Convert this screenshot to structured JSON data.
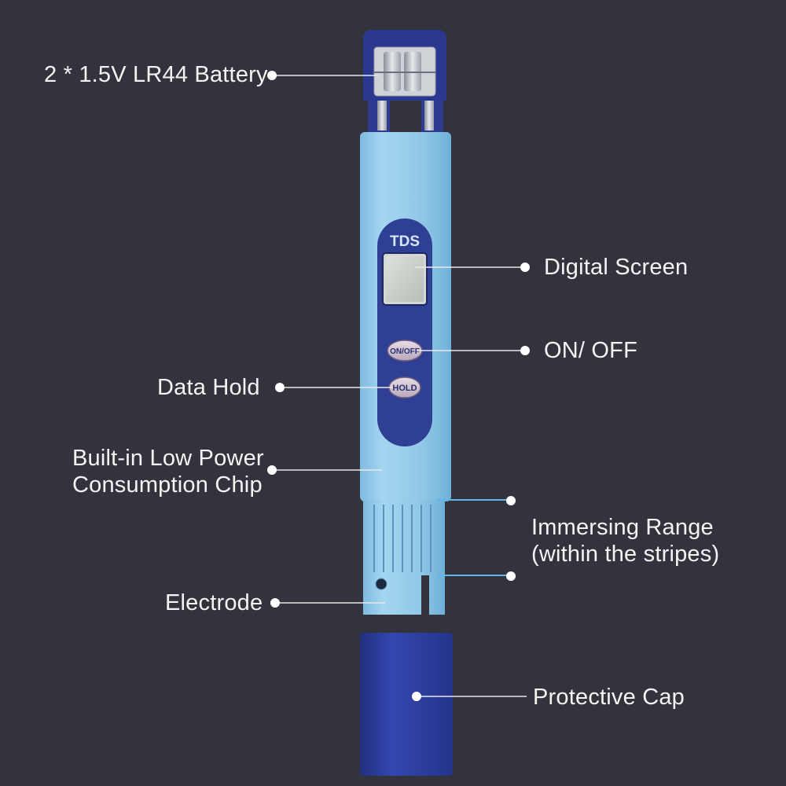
{
  "device": {
    "brand_text": "TDS",
    "button_power": "ON/OFF",
    "button_hold": "HOLD"
  },
  "labels": {
    "battery": "2 * 1.5V LR44 Battery",
    "digital_screen": "Digital Screen",
    "on_off": "ON/ OFF",
    "data_hold": "Data Hold",
    "chip_line1": "Built-in Low Power",
    "chip_line2": "Consumption Chip",
    "immersing_line1": "Immersing Range",
    "immersing_line2": "(within the stripes)",
    "electrode": "Electrode",
    "protective_cap": "Protective Cap"
  },
  "colors": {
    "background": "#33333d",
    "body_blue": "#8fc7e6",
    "panel_navy": "#2e3f94",
    "cap_navy": "#2b3a9a",
    "label_text": "#f4f4f4",
    "leader_line": "#e8e8e8",
    "stripe_accent": "#63b6e8"
  }
}
